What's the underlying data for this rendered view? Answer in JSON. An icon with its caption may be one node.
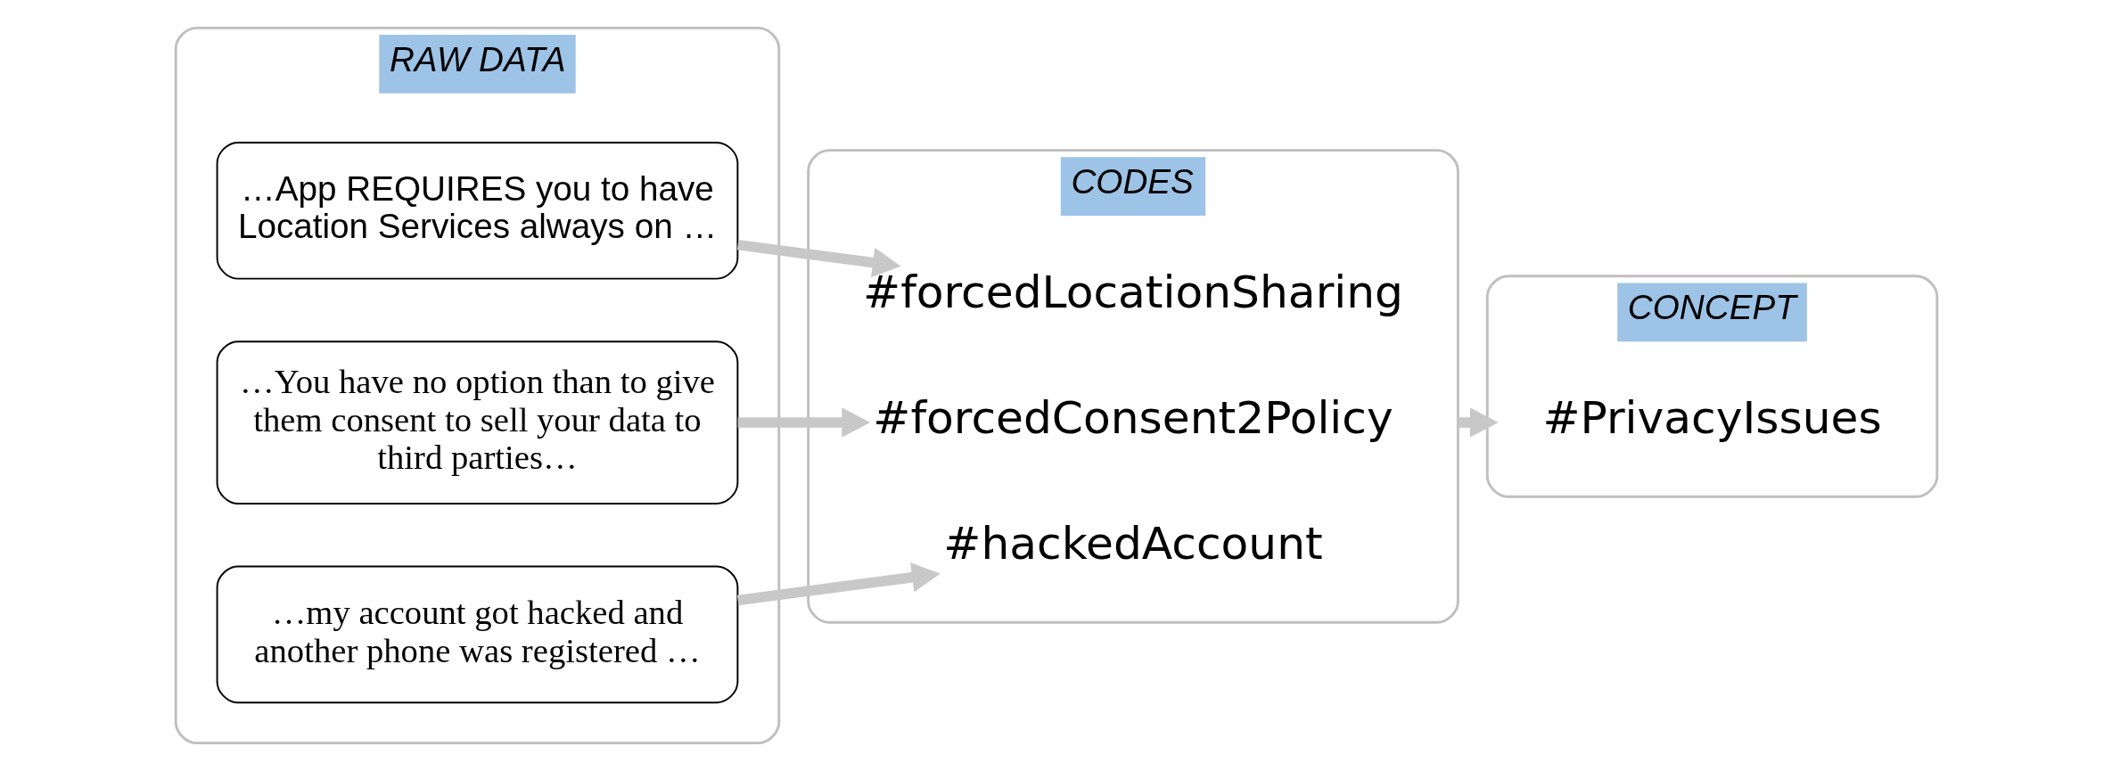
{
  "diagram": {
    "nodes": [
      {
        "text": [
          "RAW DATA"
        ]
      },
      {
        "text": [
          "…App REQUIRES you to have Location Services always on …"
        ],
        "in": 0
      },
      {
        "text": [
          "…You have no option than to give them consent to sell your data to third parties…"
        ],
        "in": 0
      },
      {
        "text": [
          "…my account got hacked and another phone was registered …"
        ],
        "in": 0
      },
      {
        "text": [
          "CODES"
        ]
      },
      {
        "text": [
          "#forcedLocationSharing"
        ],
        "in": 4
      },
      {
        "text": [
          "#forcedConsent2Policy"
        ],
        "in": 4
      },
      {
        "text": [
          "#hackedAccount"
        ],
        "in": 4
      },
      {
        "text": [
          "CONCEPT"
        ]
      },
      {
        "text": [
          "#PrivacyIssues"
        ],
        "in": 8
      }
    ],
    "edges": [
      {
        "from": 1,
        "to": 5,
        "arrow": "to"
      },
      {
        "from": 2,
        "to": 6,
        "arrow": "to"
      },
      {
        "from": 3,
        "to": 7,
        "arrow": "to"
      },
      {
        "from": 4,
        "to": 8,
        "arrow": "to"
      }
    ]
  }
}
